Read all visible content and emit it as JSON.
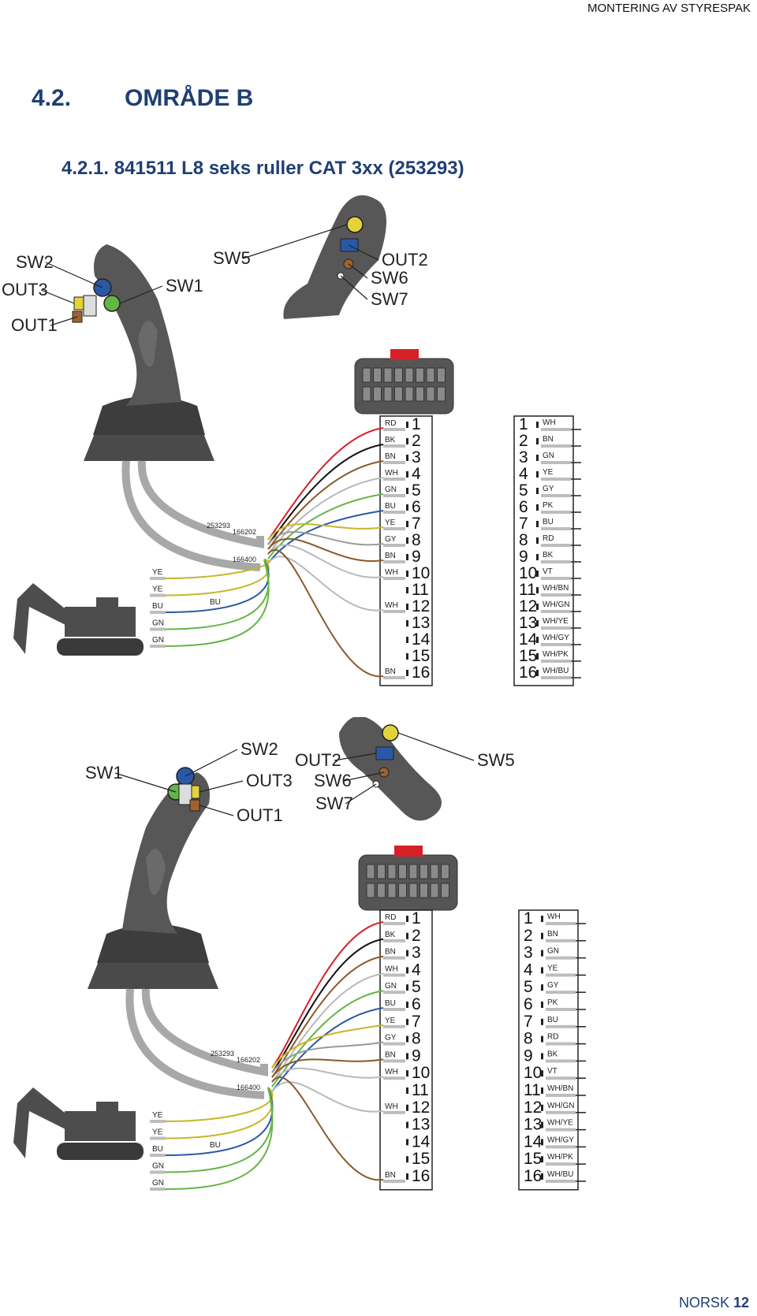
{
  "header": {
    "section_name": "MONTERING AV STYRESPAK"
  },
  "title": {
    "number": "4.2.",
    "text": "OMRÅDE B"
  },
  "subtitle": {
    "text": "4.2.1.  841511 L8 seks ruller CAT 3xx (253293)"
  },
  "footer": {
    "language": "NORSK",
    "page": "12"
  },
  "diagrams": [
    {
      "labels": {
        "sw2": "SW2",
        "out3": "OUT3",
        "out1": "OUT1",
        "sw1": "SW1",
        "sw5": "SW5",
        "out2": "OUT2",
        "sw6": "SW6",
        "sw7": "SW7"
      },
      "cable_codes": [
        "253293",
        "166202",
        "166400"
      ],
      "loose_wires": [
        "YE",
        "YE",
        "BU",
        "GN",
        "GN"
      ],
      "loose_bu": "BU",
      "connector_pins": [
        {
          "n": "1",
          "c": "RD"
        },
        {
          "n": "2",
          "c": "BK"
        },
        {
          "n": "3",
          "c": "BN"
        },
        {
          "n": "4",
          "c": "WH"
        },
        {
          "n": "5",
          "c": "GN"
        },
        {
          "n": "6",
          "c": "BU"
        },
        {
          "n": "7",
          "c": "YE"
        },
        {
          "n": "8",
          "c": "GY"
        },
        {
          "n": "9",
          "c": "BN"
        },
        {
          "n": "10",
          "c": "WH"
        },
        {
          "n": "11",
          "c": ""
        },
        {
          "n": "12",
          "c": "WH"
        },
        {
          "n": "13",
          "c": ""
        },
        {
          "n": "14",
          "c": ""
        },
        {
          "n": "15",
          "c": ""
        },
        {
          "n": "16",
          "c": "BN"
        }
      ],
      "pinout": [
        {
          "n": "1",
          "c": "WH"
        },
        {
          "n": "2",
          "c": "BN"
        },
        {
          "n": "3",
          "c": "GN"
        },
        {
          "n": "4",
          "c": "YE"
        },
        {
          "n": "5",
          "c": "GY"
        },
        {
          "n": "6",
          "c": "PK"
        },
        {
          "n": "7",
          "c": "BU"
        },
        {
          "n": "8",
          "c": "RD"
        },
        {
          "n": "9",
          "c": "BK"
        },
        {
          "n": "10",
          "c": "VT"
        },
        {
          "n": "11",
          "c": "WH/BN"
        },
        {
          "n": "12",
          "c": "WH/GN"
        },
        {
          "n": "13",
          "c": "WH/YE"
        },
        {
          "n": "14",
          "c": "WH/GY"
        },
        {
          "n": "15",
          "c": "WH/PK"
        },
        {
          "n": "16",
          "c": "WH/BU"
        }
      ]
    },
    {
      "labels": {
        "sw2": "SW2",
        "out3": "OUT3",
        "out1": "OUT1",
        "sw1": "SW1",
        "sw5": "SW5",
        "out2": "OUT2",
        "sw6": "SW6",
        "sw7": "SW7"
      },
      "cable_codes": [
        "253293",
        "166202",
        "166400"
      ],
      "loose_wires": [
        "YE",
        "YE",
        "BU",
        "GN",
        "GN"
      ],
      "loose_bu": "BU",
      "connector_pins": [
        {
          "n": "1",
          "c": "RD"
        },
        {
          "n": "2",
          "c": "BK"
        },
        {
          "n": "3",
          "c": "BN"
        },
        {
          "n": "4",
          "c": "WH"
        },
        {
          "n": "5",
          "c": "GN"
        },
        {
          "n": "6",
          "c": "BU"
        },
        {
          "n": "7",
          "c": "YE"
        },
        {
          "n": "8",
          "c": "GY"
        },
        {
          "n": "9",
          "c": "BN"
        },
        {
          "n": "10",
          "c": "WH"
        },
        {
          "n": "11",
          "c": ""
        },
        {
          "n": "12",
          "c": "WH"
        },
        {
          "n": "13",
          "c": ""
        },
        {
          "n": "14",
          "c": ""
        },
        {
          "n": "15",
          "c": ""
        },
        {
          "n": "16",
          "c": "BN"
        }
      ],
      "pinout": [
        {
          "n": "1",
          "c": "WH"
        },
        {
          "n": "2",
          "c": "BN"
        },
        {
          "n": "3",
          "c": "GN"
        },
        {
          "n": "4",
          "c": "YE"
        },
        {
          "n": "5",
          "c": "GY"
        },
        {
          "n": "6",
          "c": "PK"
        },
        {
          "n": "7",
          "c": "BU"
        },
        {
          "n": "8",
          "c": "RD"
        },
        {
          "n": "9",
          "c": "BK"
        },
        {
          "n": "10",
          "c": "VT"
        },
        {
          "n": "11",
          "c": "WH/BN"
        },
        {
          "n": "12",
          "c": "WH/GN"
        },
        {
          "n": "13",
          "c": "WH/YE"
        },
        {
          "n": "14",
          "c": "WH/GY"
        },
        {
          "n": "15",
          "c": "WH/PK"
        },
        {
          "n": "16",
          "c": "WH/BU"
        }
      ]
    }
  ],
  "wire_colors": {
    "RD": "#d62027",
    "BK": "#111111",
    "BN": "#8a5a2b",
    "WH": "#b9b9b9",
    "GN": "#63b545",
    "BU": "#2a58a6",
    "YE": "#c7b62a",
    "GY": "#9a9a9a"
  }
}
